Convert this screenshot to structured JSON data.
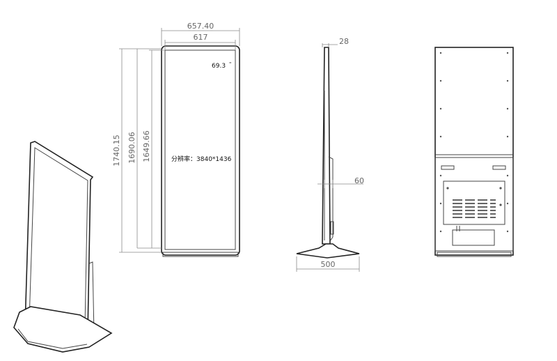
{
  "dimensions": {
    "overall_width": "657.40",
    "screen_width": "617",
    "total_height": "1740.15",
    "height_2": "1690.06",
    "height_3": "1649.66",
    "thickness": "28",
    "stand_offset": "60",
    "base_depth": "500"
  },
  "screen": {
    "diagonal": "69.3",
    "diagonal_unit": "\"",
    "resolution_label": "分辨率：",
    "resolution_value": "3840*1436"
  },
  "colors": {
    "line": "#222222",
    "dimension": "#8a8a8a",
    "text": "#666666"
  }
}
